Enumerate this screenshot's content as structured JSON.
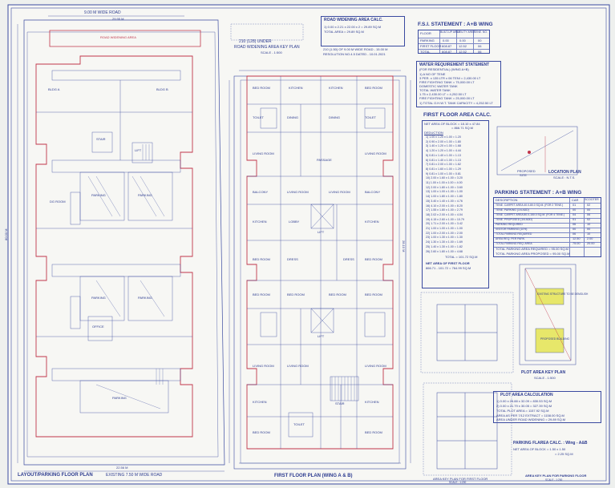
{
  "colors": {
    "ink": "#2b3a8f",
    "red": "#c0354a",
    "paper": "#f7f7f4",
    "grid": "#7a86c4"
  },
  "layout_plan": {
    "road_top": "9.00 M WIDE ROAD",
    "road_top_dim": "29.95 M",
    "road_bottom": "EXISTING 7.50 M WIDE ROAD",
    "bottom_dim": "22.56 M",
    "title": "LAYOUT/PARKING FLOOR PLAN",
    "side_dim": "80.00 M",
    "labels": {
      "road_widening": "ROAD WIDENING AREA",
      "staircase": "STAIR",
      "lift": "LIFT",
      "parking": "PARKING",
      "bldg_a": "BLDG A",
      "bldg_b": "BLDG B",
      "dg_room": "DG ROOM",
      "office": "OFFICE"
    }
  },
  "key_plan": {
    "title": "210 (128) UNDER",
    "subtitle": "ROAD WIDENING AREA KEY PLAN",
    "scale": "SCALE - 1:500"
  },
  "first_floor_plan": {
    "title": "FIRST FLOOR PLAN (WING A & B)",
    "side_dim": "28.10 M",
    "rooms": {
      "living": "LIVING ROOM",
      "bed": "BED ROOM",
      "kitchen": "KITCHEN",
      "toilet": "TOILET",
      "passage": "PASSAGE",
      "lift": "LIFT",
      "stair": "STAIR",
      "balcony": "BALCONY",
      "dress": "DRESS",
      "dining": "DINING",
      "lobby": "LOBBY"
    }
  },
  "road_widening": {
    "title": "ROAD WIDENING AREA CALC.",
    "line1": "1) 0.00 x 2.21 x 22.00 x 2 = 29.89 SQ.M",
    "line2": "TOTAL AREA        = 29.89 SQ.M",
    "note1": "210 (1.50) OF 9.00 M WIDE ROAD - 15.00 M",
    "note2": "RESOLUTION NO.4.5 DATED - 10.01.2021"
  },
  "fsi_statement": {
    "title": "F.S.I. STATEMENT : A+B WING",
    "headers": [
      "FLOOR",
      "BUILT-UP AREA",
      "UTILITY AREA",
      "TENE. NO."
    ],
    "rows": [
      [
        "PARKING",
        "0.00",
        "0.00",
        "00"
      ],
      [
        "FIRST FLOOR",
        "608.87",
        "12.52",
        "06"
      ],
      [
        "TOTAL",
        "608.87",
        "12.52",
        "06"
      ]
    ]
  },
  "water": {
    "title": "WATER REQUIREMENT STATEMENT",
    "subtitle": "(FOR RESIDENTIAL) (WING A+B)",
    "lines": [
      "1) A  NO OF TENE",
      "3 PER. x 135 LTR x 06 TENI = 2,430.00 LT",
      "FIRE FIGHTING TANK          = 75,000.00 LT",
      "DOMESTIC WATER TANK",
      "TOTAL WATER TANK",
      "1.75 x 2,430.00 LT          = 4,252.50 LT",
      "FIRE FIGHTING TANK          = 25,000.00 LT",
      "1) TOTAL O.H.W.T. TANK CAPACITY = 4,252.50 LT"
    ]
  },
  "first_floor_calc": {
    "title": "FIRST FLOOR AREA CALC.",
    "net_area": "NET AREA OF BLOCK = 18.10 x 47.84",
    "net_area_value": "= 866.71 SQ.M",
    "deduction": "DEDUCTION",
    "lines": [
      "1)  1.00 x 1.20 x 1.00  = 1.20",
      "2)  0.90 x 2.00 x 1.00  = 1.80",
      "3)  1.40 x 1.20 x 1.00  = 1.68",
      "4)  1.20 x 1.20 x 1.00  = 4.44",
      "5)  0.81 x 1.40 x 1.00  = 1.13",
      "6)  0.81 x 1.40 x 1.00  = 1.13",
      "7)  0.81 x 2.00 x 1.00  = 1.62",
      "8)  0.81 x 1.60 x 1.00  = 1.29",
      "9)  0.81 x 1.00 x 1.00  = 0.81",
      "10) 2.00 x 1.60 x 1.00  = 3.20",
      "11) 1.00 x 1.00 x 1.00  = 4.00",
      "12) 2.00 x 1.80 x 1.00  = 3.60",
      "13) 1.00 x 1.00 x 1.00  = 1.00",
      "14) 1.00 x 1.80 x 1.00  = 1.80",
      "15) 3.40 x 1.40 x 1.00  = 4.76",
      "16) 4.10 x 2.00 x 1.00  = 8.20",
      "17) 1.55 x 1.80 x 1.00  = 2.79",
      "18) 2.02 x 2.00 x 1.00  = 4.04",
      "19) 4.15 x 2.60 x 1.00  = 10.79",
      "20) 1.71 x 2.00 x 1.00  = 3.42",
      "21) 1.00 x 1.00 x 1.00  = 1.00",
      "22) 1.00 x 2.00 x 1.00  = 2.00",
      "23) 1.00 x 1.30 x 1.00  = 1.30",
      "24) 1.30 x 1.30 x 1.00  = 1.69",
      "25) 1.40 x 1.30 x 1.00  = 1.82",
      "26) 2.60 x 1.80 x 1.00  = 4.68"
    ],
    "total": "TOTAL = 101.72 SQ.M",
    "net_first": "NET AREA OF FIRST FLOOR",
    "net_first_value": "866.71 - 101.72 = 764.99 SQ.M"
  },
  "location_plan": {
    "proposed": "PROPOSED",
    "site": "SITE",
    "title": "LOCATION PLAN",
    "scale": "SCALE : N.T.S."
  },
  "parking_statement": {
    "title": "PARKING STATEMENT : A+B WING",
    "headers": [
      "DESCRIPTION",
      "CAR",
      "SCOOTER"
    ],
    "rows": [
      [
        "TENE. CARPET AREA 40.0-80.0 SQ.M. (FOR 2 TENE.)",
        "01",
        "02"
      ],
      [
        "TENE. PARKING (1/4 ADD)",
        "00",
        "00"
      ],
      [
        "TENE. CARPET AREA 80.0-150.0 SQ.M. (FOR 4 TENE.)",
        "04",
        "06"
      ],
      [
        "TENE. PROPOSED (1/4 ADD)",
        "01",
        "02"
      ],
      [
        "PARKING REQUIRED",
        "06",
        "10"
      ],
      [
        "VISITOR PARKING (10%)",
        "00",
        "00"
      ],
      [
        "TOTAL PARKING REQUIRED",
        "06",
        "10"
      ],
      [
        "AREA REQ. PER PARK.",
        "12.50",
        "2.00"
      ],
      [
        "TOTAL PARKING REQ. AREA",
        "75.00",
        "20.00"
      ]
    ],
    "total_required": "TOTAL PARKING AREA REQUIRED  = 95.00 SQ.M",
    "total_proposed": "TOTAL PARKING AREA PROPOSED = 95.00 SQ.M"
  },
  "plot_key_plan": {
    "label1": "EXISTING STRUCTURE TO BE DEMOLISH",
    "label2": "PROPOSED BUILDING",
    "title": "PLOT AREA KEY PLAN",
    "scale": "SCALE - 1:500"
  },
  "plot_area_calc": {
    "title": "PLOT AREA CALCULATION",
    "lines": [
      "1) 0.00 x 25.88 x 32.09 = 830.53 SQ.M",
      "2) 0.00 x 21.79 x 30.05 = 327.39 SQ.M",
      "TOTAL PLOT AREA          = 1157.92 SQ.M",
      "AREA AS PER 7/12 EXTRACT = 1158.00 SQ.M",
      "AREA UNDER ROAD WIDENING = 29.89 SQ.M"
    ]
  },
  "parking_floor_calc": {
    "title": "PARKING FLAREA CALC. : Wing - A&B",
    "line1": "NET AREA OF BLOCK = 1.50 x 1.50",
    "line2": "= 2.25 SQ.M"
  },
  "area_key_plan": {
    "title": "AREA KEY PLAN FOR FIRST FLOOR",
    "scale": "SCALE - 1:200"
  },
  "area_key_parking": {
    "title": "AREA KEY PLAN FOR PARKING FLOOR",
    "scale": "SCALE - 1:200"
  }
}
